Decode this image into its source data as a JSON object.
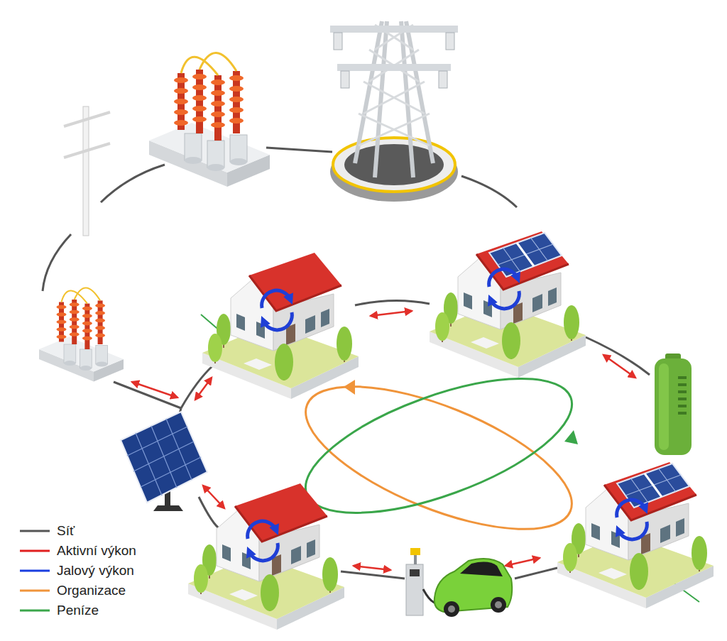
{
  "diagram": {
    "legend": [
      {
        "text": "Síť"
      },
      {
        "text": "Aktivní výkon"
      },
      {
        "text": "Jalový výkon"
      },
      {
        "text": "Organizace"
      },
      {
        "text": "Peníze"
      }
    ]
  }
}
